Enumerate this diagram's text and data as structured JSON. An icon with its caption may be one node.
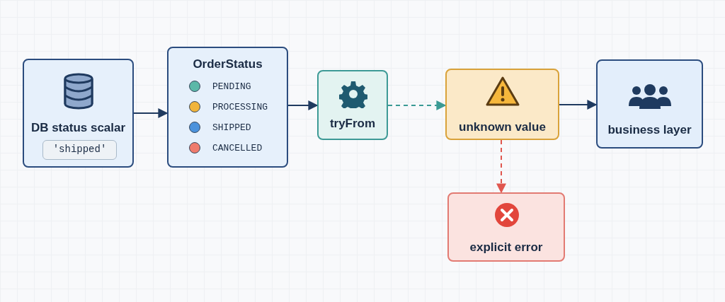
{
  "diagram": {
    "nodes": [
      {
        "text": [
          "DB status scalar"
        ]
      },
      {
        "text": [
          "'shipped'"
        ],
        "in": 0
      },
      {
        "text": [
          "OrderStatus",
          "PENDING",
          "PROCESSING",
          "SHIPPED",
          "CANCELLED"
        ]
      },
      {
        "text": [
          "tryFrom"
        ]
      },
      {
        "text": [
          "unknown value"
        ]
      },
      {
        "text": [
          "business layer"
        ]
      },
      {
        "text": [
          "explicit error"
        ]
      }
    ],
    "edges": [
      {
        "from": 0,
        "to": 2,
        "arrow": "to"
      },
      {
        "from": 2,
        "to": 3,
        "arrow": "to"
      },
      {
        "from": 3,
        "to": 4,
        "arrow": "to",
        "style": "dashed",
        "color": "#3a9a94"
      },
      {
        "from": 4,
        "to": 5,
        "arrow": "to"
      },
      {
        "from": 4,
        "to": 6,
        "arrow": "to",
        "style": "dashed",
        "color": "#e0574f"
      }
    ]
  }
}
